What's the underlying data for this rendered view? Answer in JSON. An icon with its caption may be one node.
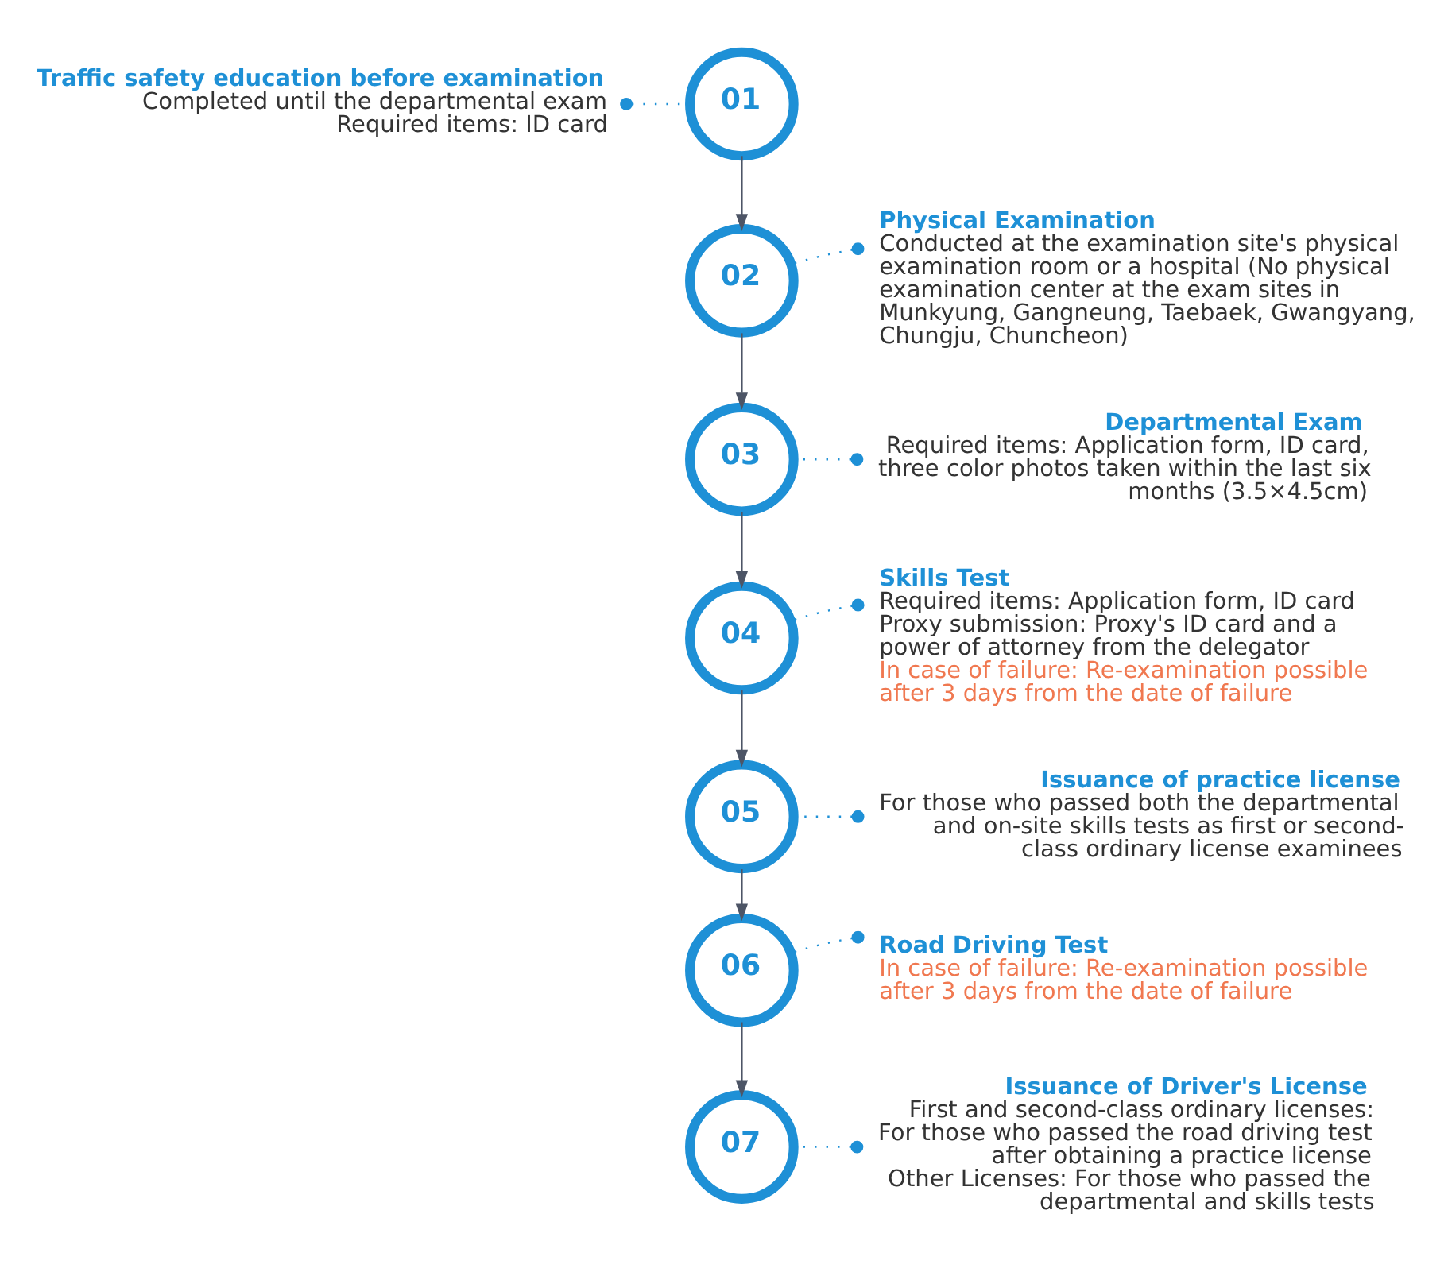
{
  "diagram": {
    "nodes": [
      {
        "text": [
          "Traffic safety education before examination",
          "Completed until the departmental exam",
          "Required items: ID card"
        ]
      },
      {
        "text": [
          "01"
        ]
      },
      {
        "text": [
          "02"
        ]
      },
      {
        "text": [
          "Physical Examination",
          "Conducted at the examination site's physical examination room or a hospital (No physical examination center at the exam sites in Munkyung, Gangneung, Taebaek, Gwangyang, Chungju, Chuncheon)"
        ]
      },
      {
        "text": [
          "Departmental Exam",
          "Required items: Application form, ID card, three color photos taken within the last six months (3.5×4.5cm)"
        ]
      },
      {
        "text": [
          "03"
        ]
      },
      {
        "text": [
          "04"
        ]
      },
      {
        "text": [
          "Skills Test",
          "Required items: Application form, ID card",
          "Proxy submission: Proxy's ID card and a power of attorney from the delegator",
          "In case of failure: Re-examination possible after 3 days from the date of failure"
        ]
      },
      {
        "text": [
          "Issuance of practice license",
          "For those who passed both the departmental and on-site skills tests as first or second-class ordinary license examinees"
        ]
      },
      {
        "text": [
          "05"
        ]
      },
      {
        "text": [
          "06"
        ]
      },
      {
        "text": [
          "Road Driving Test",
          "In case of failure: Re-examination possible after 3 days from the date of failure"
        ]
      },
      {
        "text": [
          "Issuance of Driver's License",
          "First and second-class ordinary licenses: For those who passed the road driving test after obtaining a practice license",
          "Other Licenses: For those who passed the departmental and skills tests"
        ]
      },
      {
        "text": [
          "07"
        ]
      }
    ],
    "edges": [
      {
        "from": 0,
        "to": 1,
        "arrow": "other",
        "style": "dashed"
      },
      {
        "from": 1,
        "to": 2,
        "arrow": "to",
        "color": "#4d5566"
      },
      {
        "from": 3,
        "to": 2,
        "arrow": "other",
        "style": "dashed"
      },
      {
        "from": 2,
        "to": 5,
        "arrow": "to",
        "color": "#4d5566"
      },
      {
        "from": 4,
        "to": 5,
        "arrow": "other",
        "style": "dashed"
      },
      {
        "from": 5,
        "to": 6,
        "arrow": "to",
        "color": "#4d5566"
      },
      {
        "from": 7,
        "to": 6,
        "arrow": "other",
        "style": "dashed"
      },
      {
        "from": 6,
        "to": 9,
        "arrow": "to",
        "color": "#4d5566"
      },
      {
        "from": 8,
        "to": 9,
        "arrow": "other",
        "style": "dashed"
      },
      {
        "from": 9,
        "to": 10,
        "arrow": "to",
        "color": "#4d5566"
      },
      {
        "from": 11,
        "to": 10,
        "arrow": "other",
        "style": "dashed"
      },
      {
        "from": 10,
        "to": 13,
        "arrow": "to",
        "color": "#4d5566"
      },
      {
        "from": 12,
        "to": 13,
        "arrow": "other",
        "style": "dashed"
      }
    ]
  }
}
